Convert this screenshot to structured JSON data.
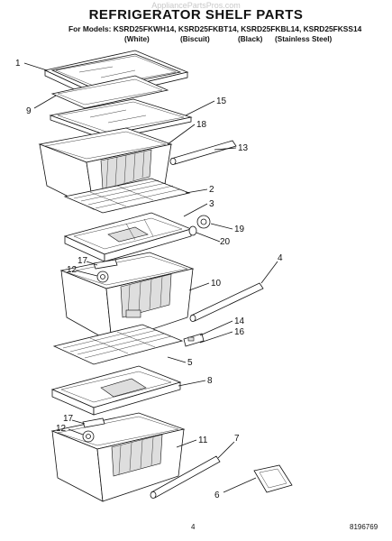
{
  "header": {
    "watermark": "AppliancePartsPros.com",
    "title": "REFRIGERATOR SHELF PARTS",
    "models_line": "For Models: KSRD25FKWH14, KSRD25FKBT14, KSRD25FKBL14, KSRD25FKSS14",
    "variants": [
      "(White)",
      "(Biscuit)",
      "(Black)",
      "(Stainless Steel)"
    ]
  },
  "callouts": [
    {
      "id": "c1",
      "label": "1"
    },
    {
      "id": "c9",
      "label": "9"
    },
    {
      "id": "c15",
      "label": "15"
    },
    {
      "id": "c18",
      "label": "18"
    },
    {
      "id": "c13",
      "label": "13"
    },
    {
      "id": "c2",
      "label": "2"
    },
    {
      "id": "c3",
      "label": "3"
    },
    {
      "id": "c19",
      "label": "19"
    },
    {
      "id": "c20",
      "label": "20"
    },
    {
      "id": "c17a",
      "label": "17"
    },
    {
      "id": "c12a",
      "label": "12"
    },
    {
      "id": "c4",
      "label": "4"
    },
    {
      "id": "c10",
      "label": "10"
    },
    {
      "id": "c14",
      "label": "14"
    },
    {
      "id": "c16",
      "label": "16"
    },
    {
      "id": "c5",
      "label": "5"
    },
    {
      "id": "c8",
      "label": "8"
    },
    {
      "id": "c17b",
      "label": "17"
    },
    {
      "id": "c12b",
      "label": "12"
    },
    {
      "id": "c11",
      "label": "11"
    },
    {
      "id": "c7",
      "label": "7"
    },
    {
      "id": "c6",
      "label": "6"
    }
  ],
  "footer": {
    "page_number": "4",
    "document_number": "8196769"
  }
}
